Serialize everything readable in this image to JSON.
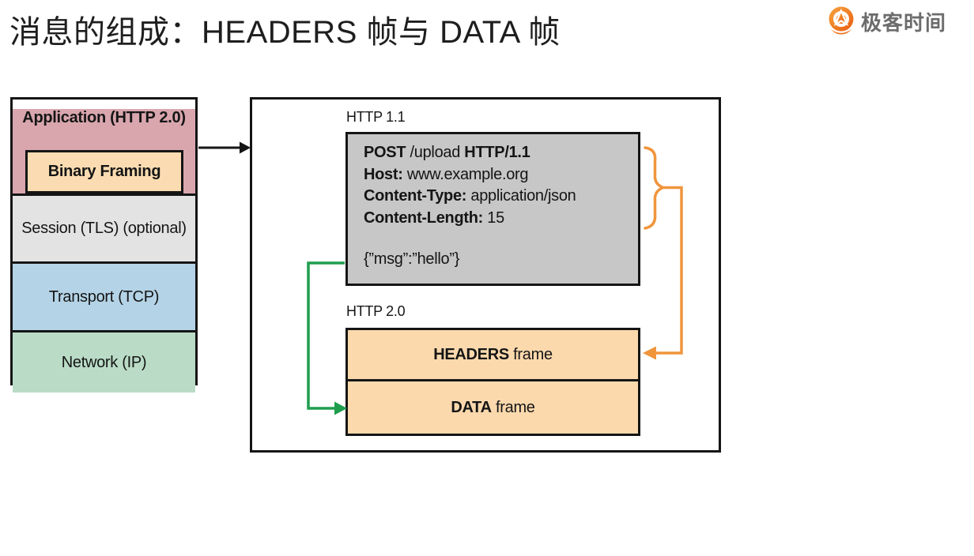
{
  "page": {
    "title": "消息的组成：HEADERS 帧与 DATA 帧"
  },
  "logo": {
    "text": "极客时间"
  },
  "colors": {
    "application_pink": "#d9a6ae",
    "binary_framing_tan": "#fbdcb2",
    "session_gray": "#e3e3e3",
    "transport_blue": "#b4d3e6",
    "network_green": "#badcc6",
    "request_box_gray": "#c7c7c7",
    "frame_tan": "#fbd9ad",
    "arrow_orange": "#f0953c",
    "arrow_green": "#1f9e4e",
    "border_black": "#151515",
    "logo_orange": "#ee7120"
  },
  "stack": {
    "application": "Application (HTTP 2.0)",
    "binary_framing": "Binary Framing",
    "session": "Session (TLS) (optional)",
    "transport": "Transport (TCP)",
    "network": "Network (IP)"
  },
  "diagram": {
    "http11_label": "HTTP 1.1",
    "http20_label": "HTTP 2.0",
    "request": {
      "request_line": {
        "method": "POST",
        "path": " /upload ",
        "version": "HTTP/1.1"
      },
      "headers": [
        {
          "key": "Host:",
          "value": " www.example.org"
        },
        {
          "key": "Content-Type:",
          "value": " application/json"
        },
        {
          "key": "Content-Length:",
          "value": " 15"
        }
      ],
      "body": "{”msg”:”hello”}"
    },
    "frames": [
      {
        "bold": "HEADERS",
        "rest": " frame"
      },
      {
        "bold": "DATA",
        "rest": " frame"
      }
    ]
  }
}
